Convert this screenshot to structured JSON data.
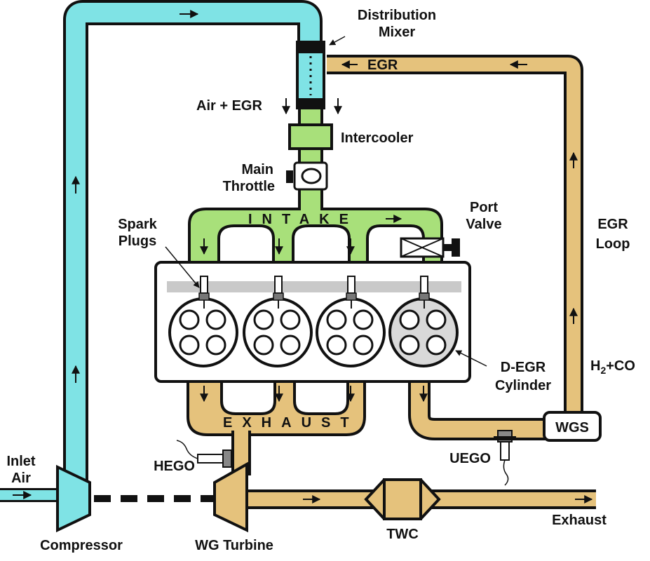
{
  "colors": {
    "air": "#7fe3e5",
    "egr": "#e5c27c",
    "intake": "#a8e07a",
    "outline": "#111111",
    "head_bar": "#c9c9c9",
    "degr_cylinder": "#d9d9d9"
  },
  "labels": {
    "distribution_line1": "Distribution",
    "distribution_line2": "Mixer",
    "egr": "EGR",
    "air_egr": "Air + EGR",
    "intercooler": "Intercooler",
    "main_line1": "Main",
    "main_line2": "Throttle",
    "intake": "INTAKE",
    "port_line1": "Port",
    "port_line2": "Valve",
    "spark_line1": "Spark",
    "spark_line2": "Plugs",
    "egr_loop_line1": "EGR",
    "egr_loop_line2": "Loop",
    "h2co_h": "H",
    "h2co_sub": "2",
    "h2co_rest": "+CO",
    "degr_line1": "D-EGR",
    "degr_line2": "Cylinder",
    "exhaust_manifold": "EXHAUST",
    "wgs": "WGS",
    "uego": "UEGO",
    "hego": "HEGO",
    "inlet_line1": "Inlet",
    "inlet_line2": "Air",
    "compressor": "Compressor",
    "wg_turbine": "WG Turbine",
    "twc": "TWC",
    "exhaust": "Exhaust"
  }
}
